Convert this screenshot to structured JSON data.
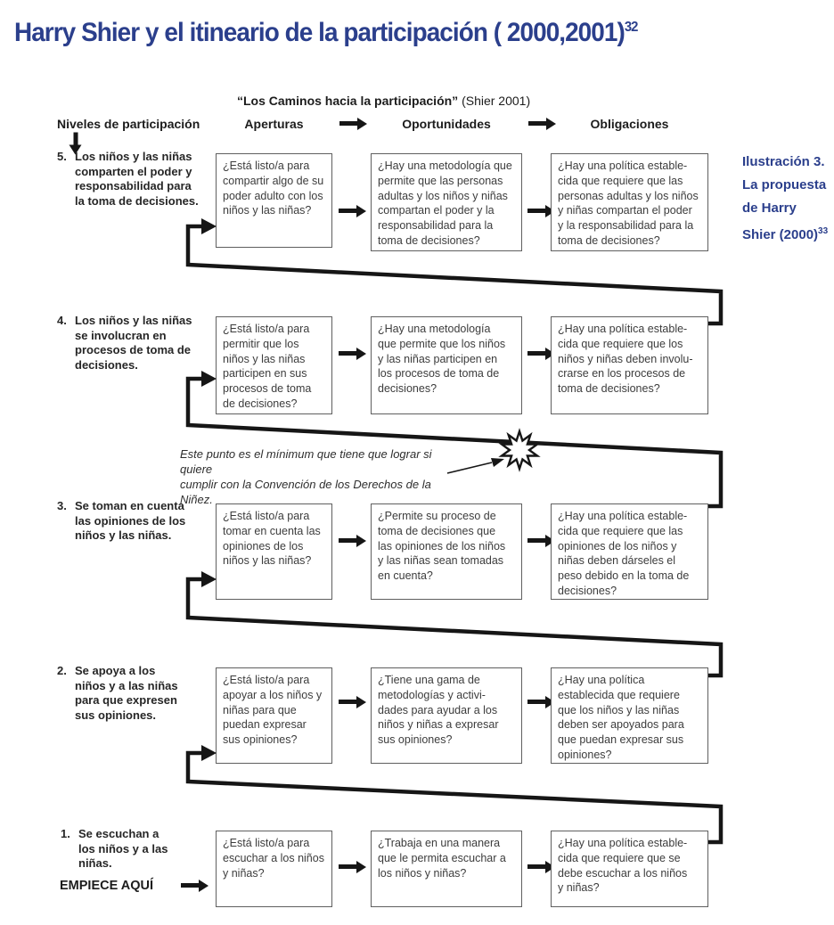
{
  "title": {
    "text": "Harry Shier y el itineario de la participación ( 2000,2001)",
    "sup": "32"
  },
  "subtitle": {
    "bold": "“Los Caminos hacia la participación”",
    "normal": " (Shier 2001)"
  },
  "columns": {
    "levels": "Niveles de participación",
    "aperturas": "Aperturas",
    "oportunidades": "Oportunidades",
    "obligaciones": "Obligaciones"
  },
  "annotation": {
    "lines": [
      "Ilustración 3.",
      "La propuesta",
      "de Harry",
      "Shier (2000)"
    ],
    "sup": "33",
    "color": "#2b3f8c"
  },
  "note": {
    "text": "Este punto es el mínimum que tiene que lograr si quiere\ncumplir con la Convención de los Derechos de la Niñez."
  },
  "start_label": "EMPIECE AQUÍ",
  "colors": {
    "accent_blue": "#2b3f8c",
    "line_black": "#161616",
    "box_border": "#5f5f5f"
  },
  "rows": [
    {
      "num": "5.",
      "level": "Los niños y las niñas\ncomparten el poder y\nresponsabilidad para\nla toma de decisiones.",
      "aperturas": "¿Está listo/a para\ncompartir algo de su\npoder adulto con los\nniños y las niñas?",
      "oportunidades": "¿Hay una metodología que\npermite que las personas\nadultas y los niños y niñas\ncompartan el poder y la\nresponsabilidad para la\ntoma de decisiones?",
      "obligaciones": "¿Hay una política estable-\ncida que requiere que las\npersonas adultas y los niños\ny niñas compartan el poder\ny la responsabilidad para la\ntoma de decisiones?"
    },
    {
      "num": "4.",
      "level": "Los niños y las niñas\nse involucran en\nprocesos de toma de\ndecisiones.",
      "aperturas": "¿Está listo/a para\npermitir que los\nniños y las niñas\nparticipen en sus\nprocesos de toma\nde decisiones?",
      "oportunidades": "¿Hay una metodología\nque permite que los niños\ny las niñas participen en\nlos procesos de toma de\ndecisiones?",
      "obligaciones": "¿Hay una política estable-\ncida que requiere que  los\nniños y niñas deben involu-\ncrarse en los procesos de\ntoma de decisiones?"
    },
    {
      "num": "3.",
      "level": "Se toman en cuenta\nlas opiniones de los\nniños y las niñas.",
      "aperturas": "¿Está listo/a para\ntomar en cuenta las\nopiniones de los\nniños y las niñas?",
      "oportunidades": "¿Permite su proceso de\ntoma de decisiones que\nlas opiniones de los niños\ny las niñas sean tomadas\nen cuenta?",
      "obligaciones": "¿Hay una política estable-\ncida que requiere que las\nopiniones de los niños y\nniñas deben dárseles el\npeso debido en la toma de\ndecisiones?"
    },
    {
      "num": "2.",
      "level": "Se apoya a los\nniños y a las niñas\npara que expresen\nsus opiniones.",
      "aperturas": "¿Está listo/a para\napoyar a los niños y\nniñas para que\npuedan expresar\nsus opiniones?",
      "oportunidades": "¿Tiene una gama de\nmetodologías y activi-\ndades para ayudar a los\nniños y niñas a expresar\nsus opiniones?",
      "obligaciones": "¿Hay una política\nestablecida que requiere\nque los niños y las niñas\ndeben ser apoyados para\nque puedan expresar sus\nopiniones?"
    },
    {
      "num": "1.",
      "level": "Se escuchan a\nlos niños y a las\nniñas.",
      "aperturas": "¿Está listo/a para\nescuchar a los niños\ny niñas?",
      "oportunidades": "¿Trabaja en una manera\nque le permita escuchar a\nlos niños y niñas?",
      "obligaciones": "¿Hay una política estable-\ncida que requiere que se\ndebe escuchar a los niños\ny niñas?"
    }
  ]
}
